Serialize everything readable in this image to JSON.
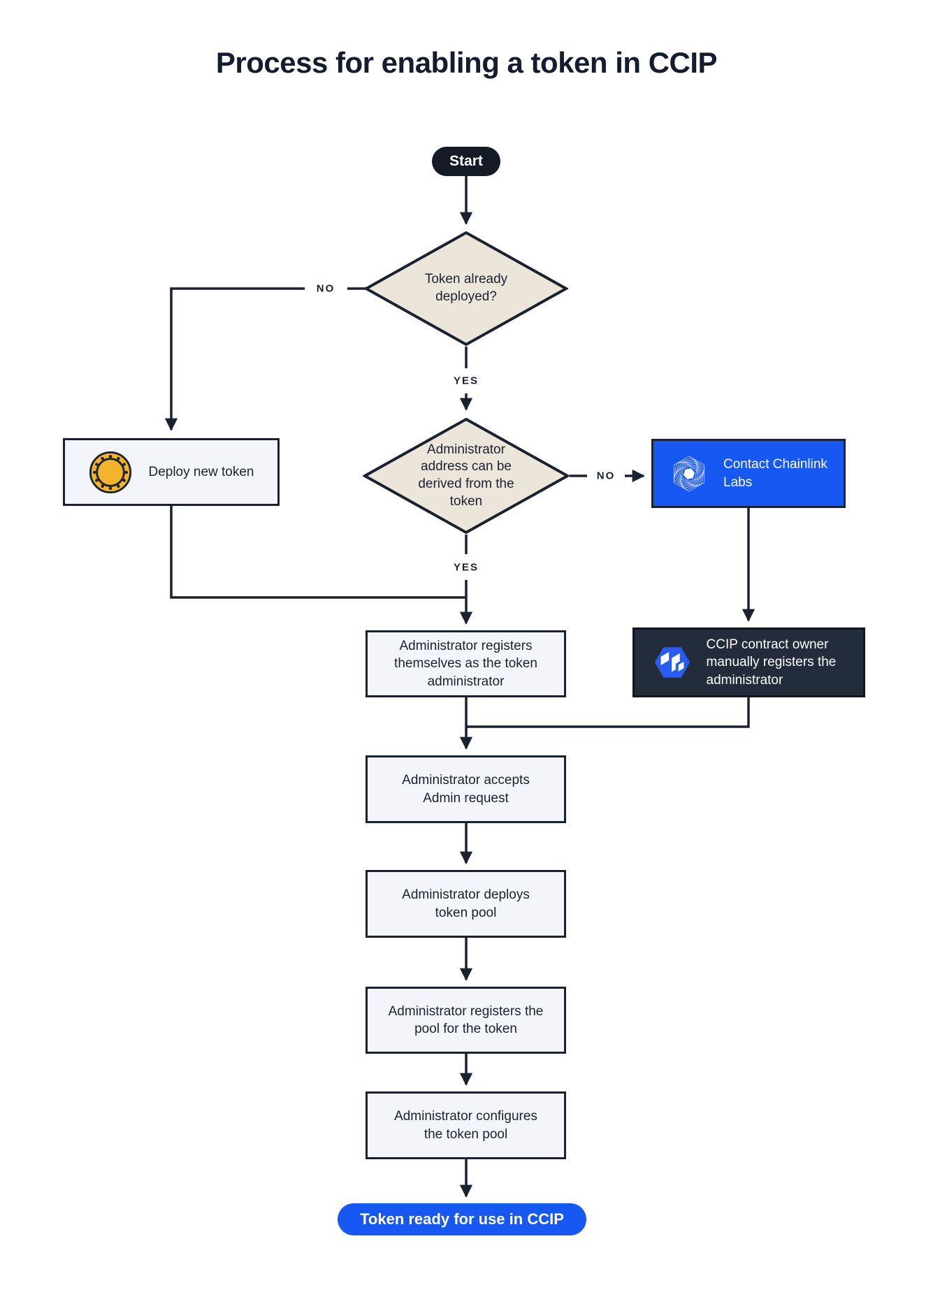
{
  "title": "Process for enabling a token in CCIP",
  "colors": {
    "line": "#1A2130",
    "decision_fill": "#ECE6DA",
    "process_fill": "#F3F5FA",
    "accent_blue": "#1757F2",
    "dark_fill": "#232C3A",
    "coin_gold": "#F3B42C"
  },
  "nodes": {
    "start": {
      "label": "Start",
      "type": "terminator"
    },
    "token_deployed": {
      "label": "Token already deployed?",
      "type": "decision"
    },
    "deploy_token": {
      "label": "Deploy new token",
      "type": "process",
      "icon": "coin-icon"
    },
    "admin_derivable": {
      "label": "Administrator address can be derived from the token",
      "type": "decision"
    },
    "contact_chainlink": {
      "label": "Contact Chainlink Labs",
      "type": "process",
      "icon": "chainlink-labs-logo"
    },
    "register_self": {
      "label": "Administrator registers themselves as the token administrator",
      "type": "process"
    },
    "ccip_owner": {
      "label": "CCIP contract owner manually registers the administrator",
      "type": "process",
      "icon": "ccip-logo"
    },
    "accept_admin": {
      "label": "Administrator accepts Admin request",
      "type": "process"
    },
    "deploy_pool": {
      "label": "Administrator deploys token pool",
      "type": "process"
    },
    "register_pool": {
      "label": "Administrator registers the pool for the token",
      "type": "process"
    },
    "configure_pool": {
      "label": "Administrator configures the token pool",
      "type": "process"
    },
    "end": {
      "label": "Token ready for use in CCIP",
      "type": "terminator"
    }
  },
  "edge_labels": {
    "token_deployed_no": "NO",
    "token_deployed_yes": "YES",
    "admin_derivable_no": "NO",
    "admin_derivable_yes": "YES"
  },
  "edges": [
    {
      "from": "start",
      "to": "token_deployed"
    },
    {
      "from": "token_deployed",
      "to": "deploy_token",
      "label": "NO"
    },
    {
      "from": "token_deployed",
      "to": "admin_derivable",
      "label": "YES"
    },
    {
      "from": "admin_derivable",
      "to": "contact_chainlink",
      "label": "NO"
    },
    {
      "from": "admin_derivable",
      "to": "register_self",
      "label": "YES"
    },
    {
      "from": "deploy_token",
      "to": "register_self"
    },
    {
      "from": "contact_chainlink",
      "to": "ccip_owner"
    },
    {
      "from": "ccip_owner",
      "to": "accept_admin"
    },
    {
      "from": "register_self",
      "to": "accept_admin"
    },
    {
      "from": "accept_admin",
      "to": "deploy_pool"
    },
    {
      "from": "deploy_pool",
      "to": "register_pool"
    },
    {
      "from": "register_pool",
      "to": "configure_pool"
    },
    {
      "from": "configure_pool",
      "to": "end"
    }
  ]
}
